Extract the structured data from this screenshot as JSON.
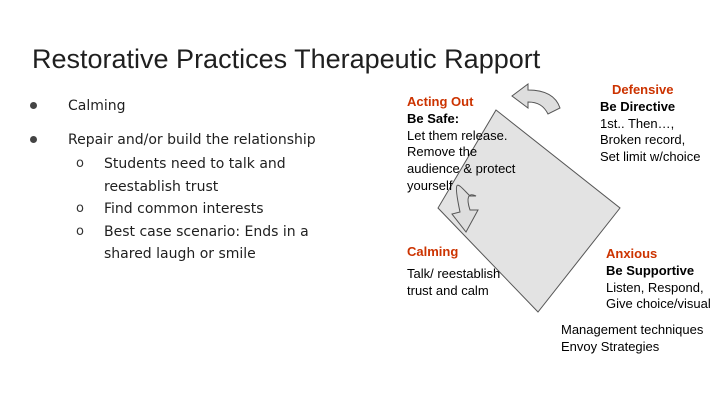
{
  "title": "Restorative Practices Therapeutic Rapport",
  "left_list": {
    "item1": "Calming",
    "item2": "Repair and/or build the relationship",
    "subitems": [
      "Students need to talk and reestablish trust",
      "Find common interests",
      "Best case scenario: Ends in a shared laugh or smile"
    ]
  },
  "acting_out": {
    "heading": "Acting Out",
    "subheading": "Be Safe:",
    "lines": [
      "Let them release.",
      "Remove the",
      "audience & protect",
      "yourself"
    ]
  },
  "defensive": {
    "heading": "Defensive",
    "subheading": "Be Directive",
    "lines": [
      "1st.. Then…,",
      "Broken record,",
      "Set limit w/choice"
    ]
  },
  "calming": {
    "heading": "Calming",
    "lines": [
      "Talk/ reestablish",
      "trust and calm"
    ]
  },
  "anxious": {
    "heading": "Anxious",
    "subheading": "Be Supportive",
    "lines": [
      "Listen, Respond,",
      "Give choice/visual"
    ]
  },
  "footer": {
    "line1": "Management techniques",
    "line2": "Envoy Strategies"
  },
  "colors": {
    "heading": "#cc3300",
    "diamond_fill": "#e3e3e3",
    "arrow_fill": "#dedede"
  }
}
